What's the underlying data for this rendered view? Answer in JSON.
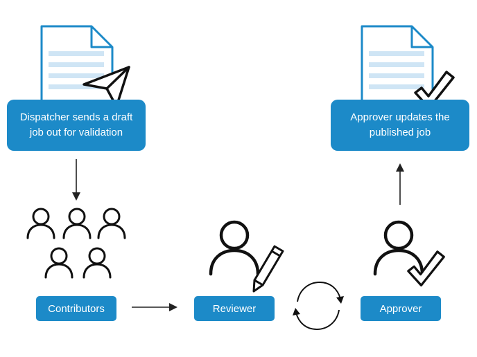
{
  "colors": {
    "accent": "#1c8ac8",
    "doc_line": "#cfe5f5",
    "outline": "#111111",
    "arrow": "#222222"
  },
  "dispatcher": {
    "label": "Dispatcher sends a draft\njob out for validation",
    "icon": "send-icon"
  },
  "approver_publish": {
    "label": "Approver updates the\npublished job",
    "icon": "checkmark-icon"
  },
  "contributors": {
    "label": "Contributors",
    "icon": "user-icon"
  },
  "reviewer": {
    "label": "Reviewer",
    "icon": "pencil-icon"
  },
  "approver": {
    "label": "Approver",
    "icon": "checkmark-icon"
  },
  "cycle": {
    "icon": "refresh-cycle-icon"
  }
}
